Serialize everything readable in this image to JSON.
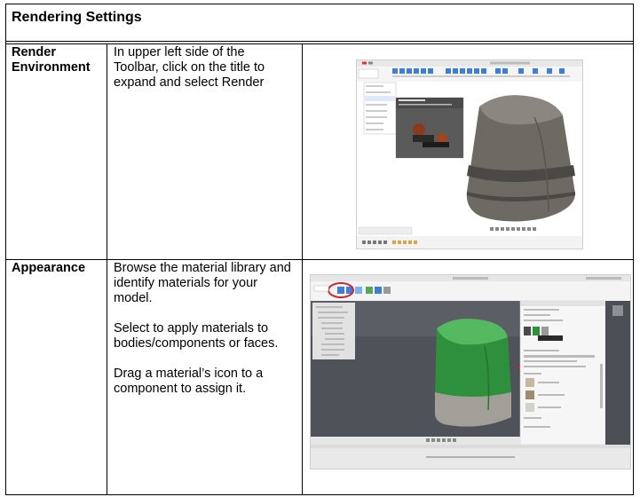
{
  "title": "Rendering Settings",
  "rows": [
    {
      "label_line1": "Render",
      "label_line2": "Environment",
      "description": [
        "In upper left side of the Toolbar, click on the title to expand and select Render"
      ]
    },
    {
      "label": "Appearance",
      "description": [
        "Browse the material library and identify materials for your model.",
        "Select to apply materials to bodies/components or faces.",
        "Drag a material’s icon to a component to assign it."
      ]
    }
  ]
}
